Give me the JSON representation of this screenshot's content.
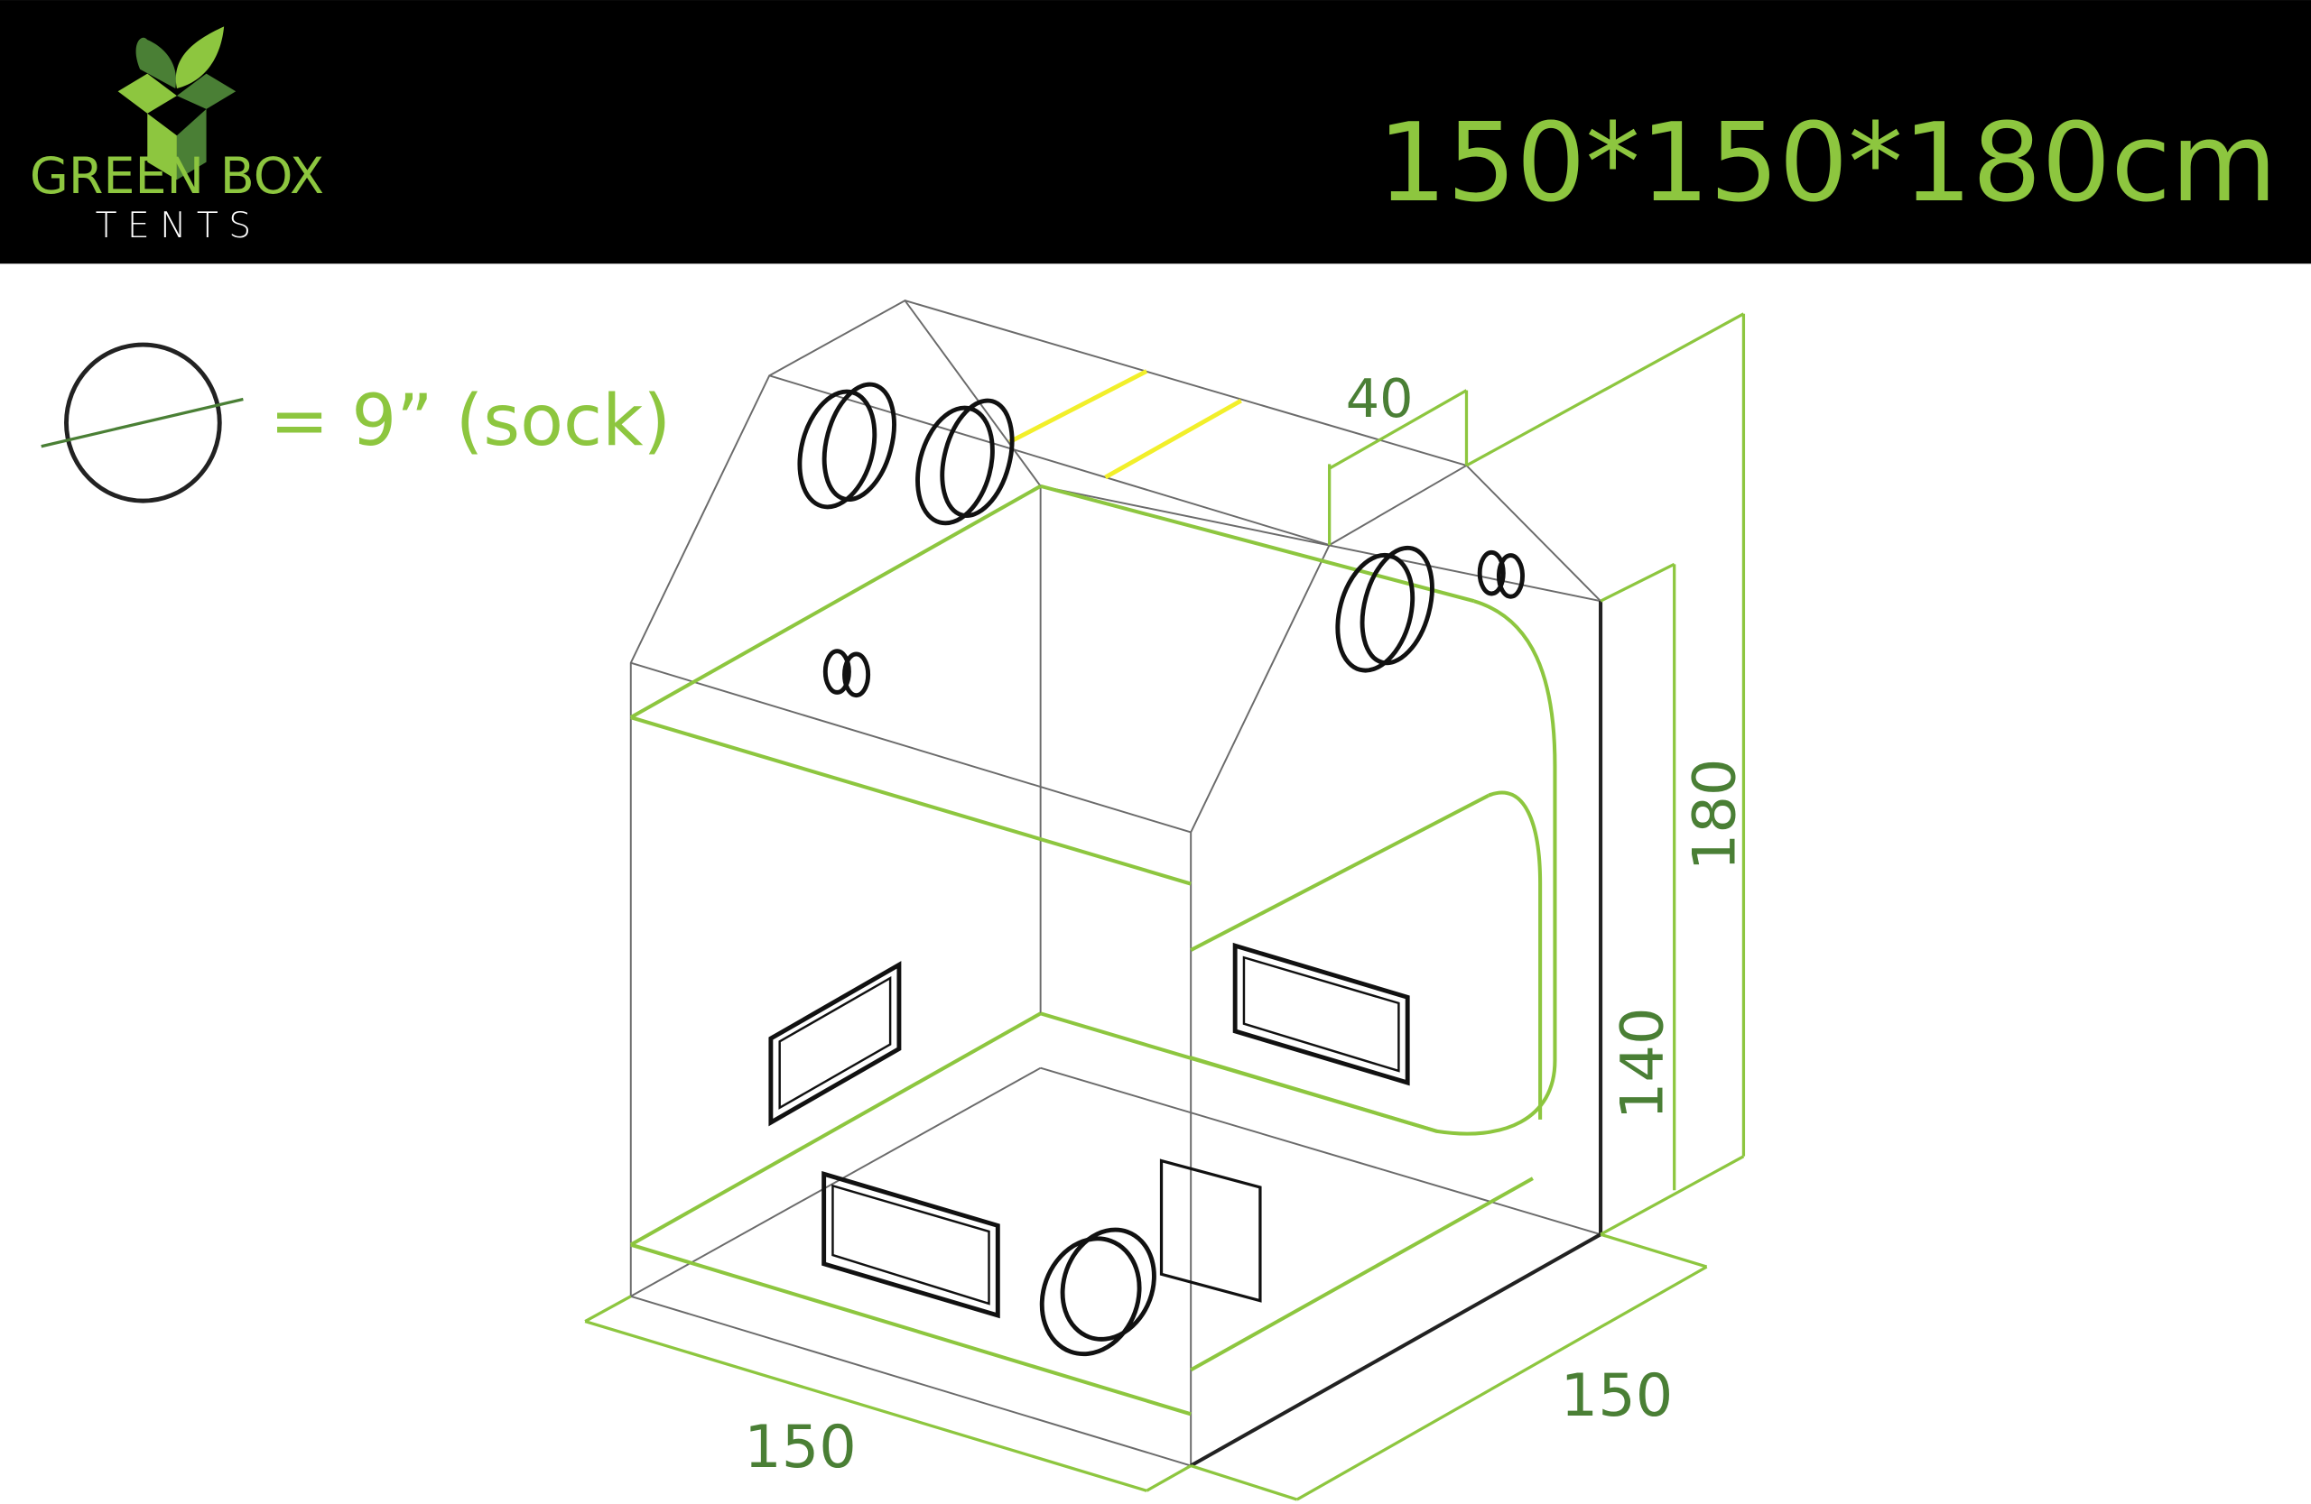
{
  "header": {
    "logo": {
      "line1": "GREEN BOX",
      "line2": "TENTS"
    },
    "title": "150*150*180cm"
  },
  "legend": {
    "text": "= 9” (sock)",
    "icon": "sock-duct-circle-icon"
  },
  "dimensions": {
    "width_front": "150",
    "depth_side": "150",
    "total_height": "180",
    "wall_height": "140",
    "roof_offset": "40"
  },
  "colors": {
    "header_bg": "#000000",
    "brand_green": "#8dc63f",
    "dark_green": "#4a7f35",
    "outline": "#6b6b6b",
    "highlight_yellow": "#f2ef2a"
  }
}
